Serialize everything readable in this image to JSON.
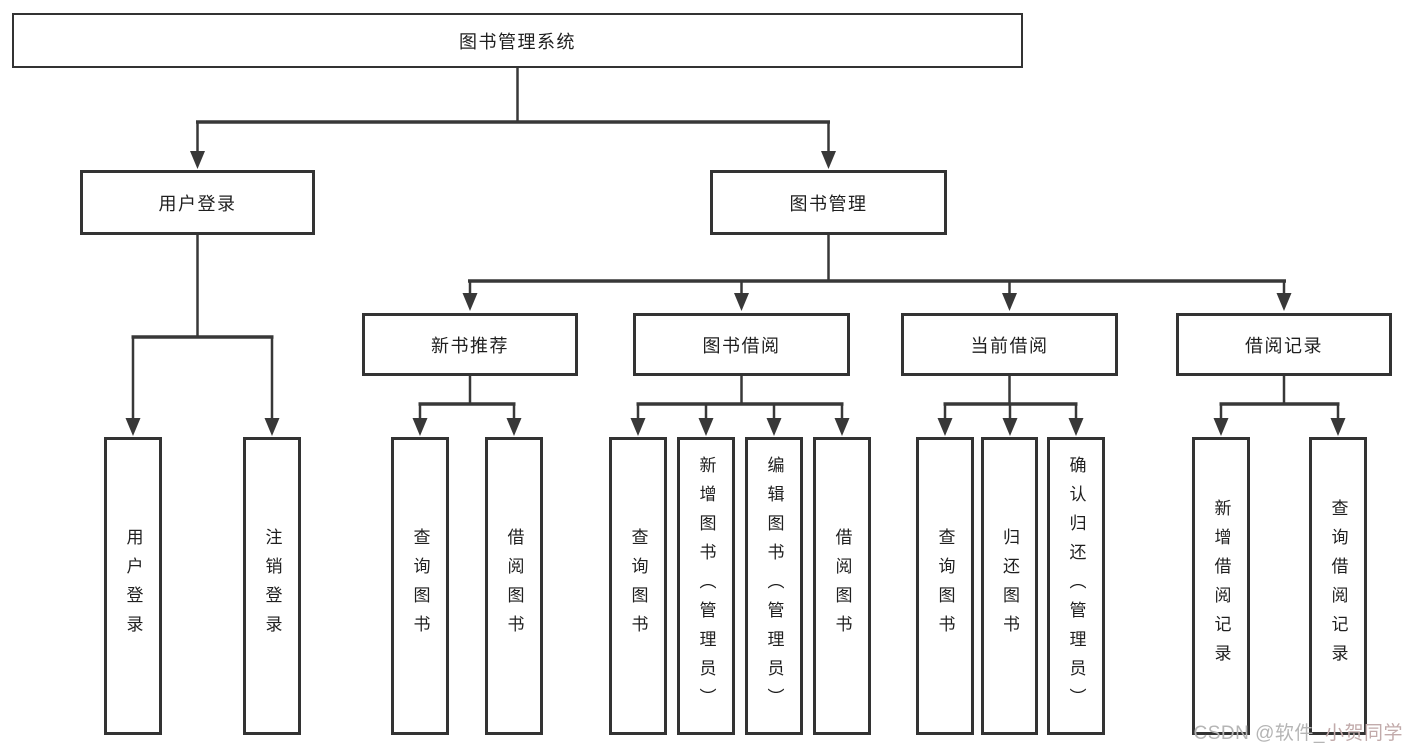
{
  "tree": {
    "root": "图书管理系统",
    "branches": [
      {
        "label": "用户登录",
        "children": [
          "用户登录",
          "注销登录"
        ]
      },
      {
        "label": "图书管理",
        "groups": [
          {
            "label": "新书推荐",
            "children": [
              "查询图书",
              "借阅图书"
            ]
          },
          {
            "label": "图书借阅",
            "children": [
              "查询图书",
              "新增图书（管理员）",
              "编辑图书（管理员）",
              "借阅图书"
            ]
          },
          {
            "label": "当前借阅",
            "children": [
              "查询图书",
              "归还图书",
              "确认归还（管理员）"
            ]
          },
          {
            "label": "借阅记录",
            "children": [
              "新增借阅记录",
              "查询借阅记录"
            ]
          }
        ]
      }
    ]
  },
  "watermark": {
    "prefix": "CSDN @软件_",
    "suffix": "小贺同学"
  },
  "colors": {
    "line": "#383838",
    "box_border": "#333333",
    "text": "#1f1f1f",
    "watermark": "#b5b5b5",
    "watermark_accent": "#c2abab"
  }
}
